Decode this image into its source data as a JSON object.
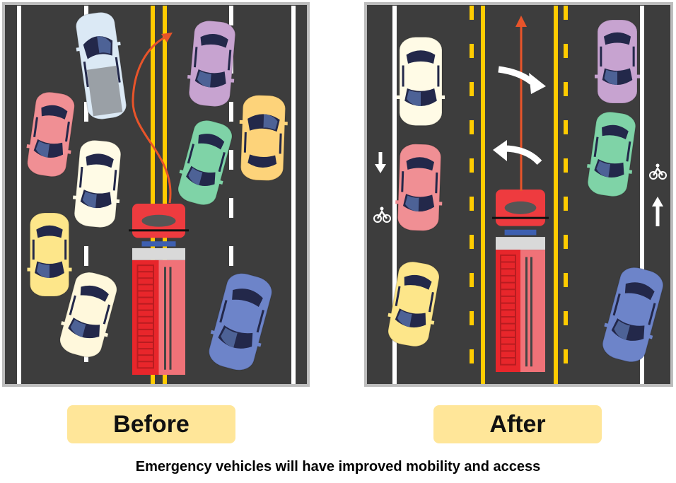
{
  "panels": {
    "before": {
      "label": "Before"
    },
    "after": {
      "label": "After"
    }
  },
  "caption": "Emergency vehicles will have improved mobility and access",
  "colors": {
    "road": "#3d3d3d",
    "lane_white": "#ffffff",
    "lane_yellow": "#ffcc00",
    "route_arrow": "#e8542a",
    "label_bg": "#ffe699",
    "fire_truck": "#e8262b"
  }
}
